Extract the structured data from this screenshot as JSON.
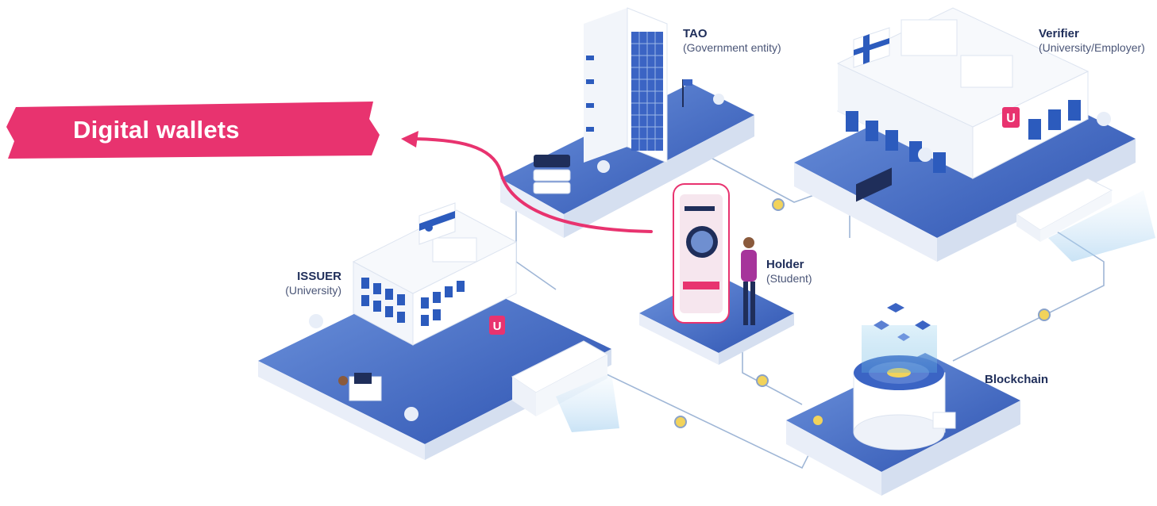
{
  "callout": {
    "text": "Digital wallets",
    "color": "#e8336f"
  },
  "nodes": {
    "tao": {
      "title": "TAO",
      "subtitle": "(Government entity)"
    },
    "verifier": {
      "title": "Verifier",
      "subtitle": "(University/Employer)"
    },
    "issuer": {
      "title": "ISSUER",
      "subtitle": "(University)"
    },
    "holder": {
      "title": "Holder",
      "subtitle": "(Student)"
    },
    "blockchain": {
      "title": "Blockchain"
    }
  },
  "icons": {
    "university-logo": "U-shield",
    "flag-finland": "finland",
    "flag-issuer": "blue-white-flag",
    "token": "coin"
  },
  "colors": {
    "platform_top": "#3f66c4",
    "platform_side": "#e9eef8",
    "navy": "#1f2e5a",
    "building": "#ffffff",
    "window": "#2c5bbd",
    "accent": "#e8336f",
    "coin": "#f2d35b"
  }
}
